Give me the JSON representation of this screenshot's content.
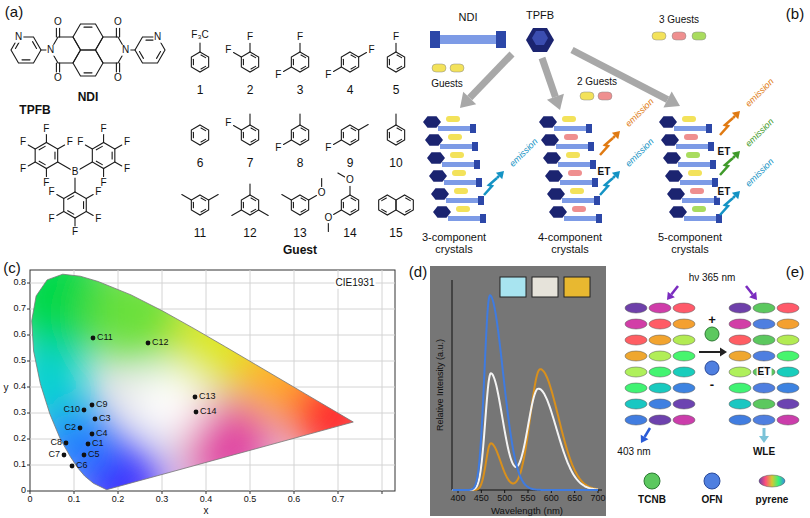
{
  "diagram": {
    "labels": [
      "(a)",
      "O",
      "O",
      "N",
      "N",
      "N",
      "N",
      "O",
      "O",
      "NDI",
      "TPFB",
      "F",
      "F",
      "F",
      "F",
      "F",
      "F",
      "F",
      "F",
      "F",
      "F",
      "B",
      "F",
      "F",
      "F",
      "F",
      "F",
      "F₃C",
      "1",
      "F",
      "F",
      "2",
      "F",
      "F",
      "3",
      "F",
      "F",
      "4",
      "F",
      "5",
      "6",
      "F",
      "7",
      "F",
      "8",
      "F",
      "9",
      "10",
      "11",
      "12",
      "O",
      "13",
      "O",
      "O",
      "14",
      "15",
      "Guest",
      "NDI",
      "TPFB",
      "3 Guests",
      "(b)",
      "Guests",
      "2 Guests",
      "emission",
      "emission",
      "ET",
      "emission",
      "emission",
      "ET",
      "emission",
      "ET",
      "emission",
      "3-component crystals",
      "4-component crystals",
      "5-component crystals",
      "(c)",
      "CIE1931",
      "0.8",
      "0.7",
      "0.6",
      "0.5",
      "0.4",
      "0.3",
      "0.2",
      "0.1",
      "0",
      "y",
      "C1",
      "C2",
      "C3",
      "C4",
      "C5",
      "C6",
      "C7",
      "C8",
      "C9",
      "C10",
      "C11",
      "C12",
      "C13",
      "C14",
      "0",
      "0.1",
      "0.2",
      "0.3",
      "0.4",
      "0.5",
      "0.6",
      "0.7",
      "x",
      "(d)",
      "Relative Intensity (a.u.)",
      "400",
      "450",
      "500",
      "550",
      "600",
      "650",
      "700",
      "Wavelength (nm)",
      "(e)",
      "hν 365 nm",
      "+",
      "-",
      "ET",
      "403 nm",
      "WLE"
    ],
    "legend": [
      {
        "text": "TCNB"
      },
      {
        "text": "OFN"
      },
      {
        "text": "pyrene"
      }
    ]
  }
}
